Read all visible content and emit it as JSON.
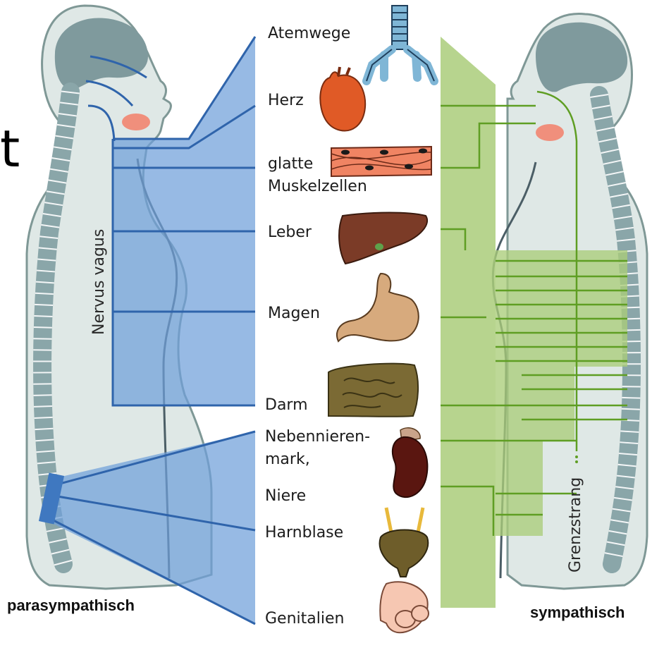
{
  "sides": {
    "left": "parasympathisch",
    "right": "sympathisch"
  },
  "nerves": {
    "left": "Nervus vagus",
    "right": "Grenzstrang"
  },
  "edge_glyph": "t",
  "organs": [
    {
      "id": "atemwege",
      "label": "Atemwege"
    },
    {
      "id": "herz",
      "label": "Herz"
    },
    {
      "id": "glatte",
      "label": "glatte"
    },
    {
      "id": "muskelzellen",
      "label": "Muskelzellen"
    },
    {
      "id": "leber",
      "label": "Leber"
    },
    {
      "id": "magen",
      "label": "Magen"
    },
    {
      "id": "darm",
      "label": "Darm"
    },
    {
      "id": "nebennieren",
      "label": "Nebennieren-"
    },
    {
      "id": "mark",
      "label": "mark,"
    },
    {
      "id": "niere",
      "label": "Niere"
    },
    {
      "id": "harnblase",
      "label": "Harnblase"
    },
    {
      "id": "genitalien",
      "label": "Genitalien"
    }
  ],
  "colors": {
    "body_fill": "#dfe8e6",
    "body_outline": "#7f9896",
    "brain": "#7f9a9d",
    "spine": "#8aa6a9",
    "parasympathetic": "#3f78c0",
    "parasympathetic_fill": "#6f9fda",
    "sympathetic": "#7ab83a",
    "sympathetic_fill": "#aacd7a",
    "cheek": "#f08f7c"
  }
}
